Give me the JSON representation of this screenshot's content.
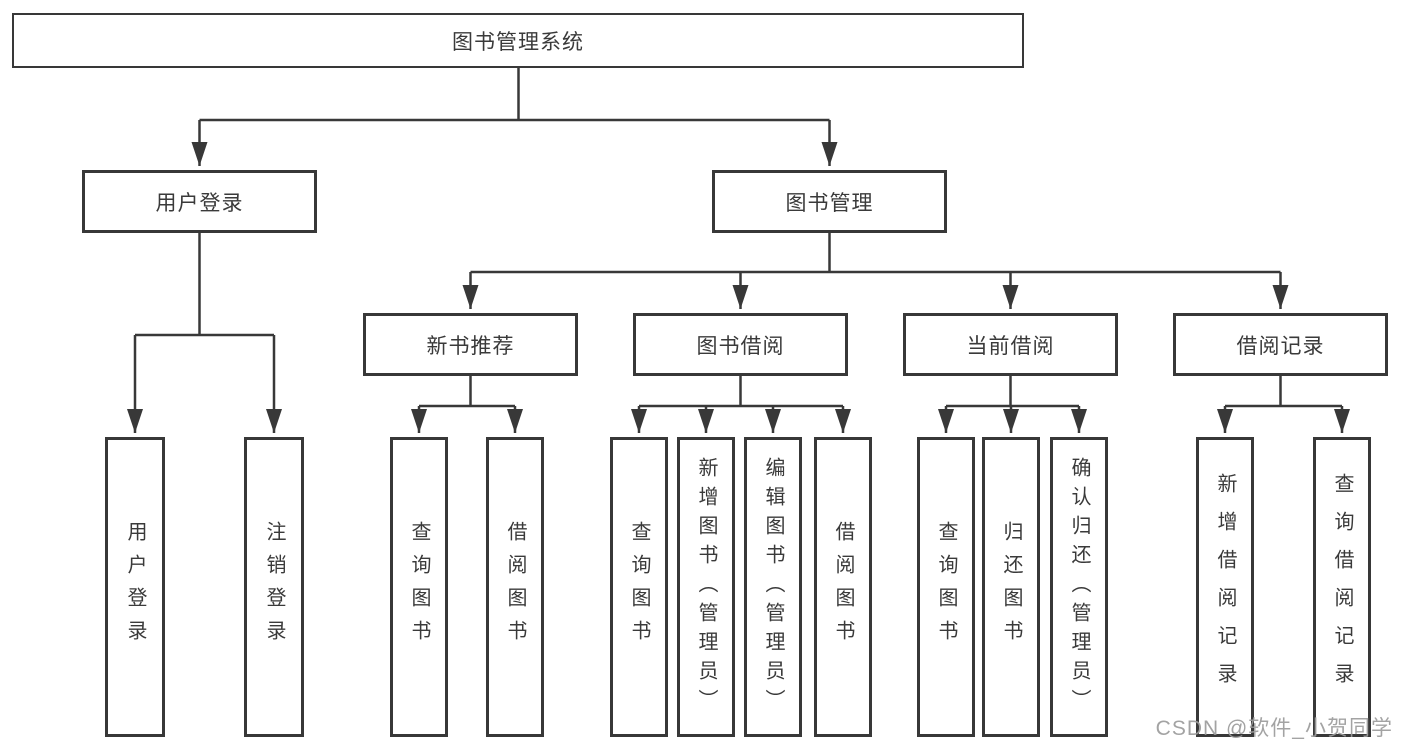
{
  "diagram": {
    "root": {
      "label": "图书管理系统"
    },
    "level2": {
      "user_login": "用户登录",
      "book_management": "图书管理"
    },
    "level3": {
      "new_book_recommend": "新书推荐",
      "book_borrow": "图书借阅",
      "current_borrow": "当前借阅",
      "borrow_records": "借阅记录"
    },
    "leaves": {
      "user_login": [
        "用户登录",
        "注销登录"
      ],
      "new_book_recommend": [
        "查询图书",
        "借阅图书"
      ],
      "book_borrow": [
        "查询图书",
        "新增图书（管理员）",
        "编辑图书（管理员）",
        "借阅图书"
      ],
      "current_borrow": [
        "查询图书",
        "归还图书",
        "确认归还（管理员）"
      ],
      "borrow_records": [
        "新增借阅记录",
        "查询借阅记录"
      ]
    },
    "colors": {
      "line": "#383838",
      "text": "#3a3a3a",
      "box_background": "#ffffff",
      "watermark": "#9b9b9b"
    }
  },
  "watermark": {
    "text": "CSDN @软件_小贺同学"
  }
}
